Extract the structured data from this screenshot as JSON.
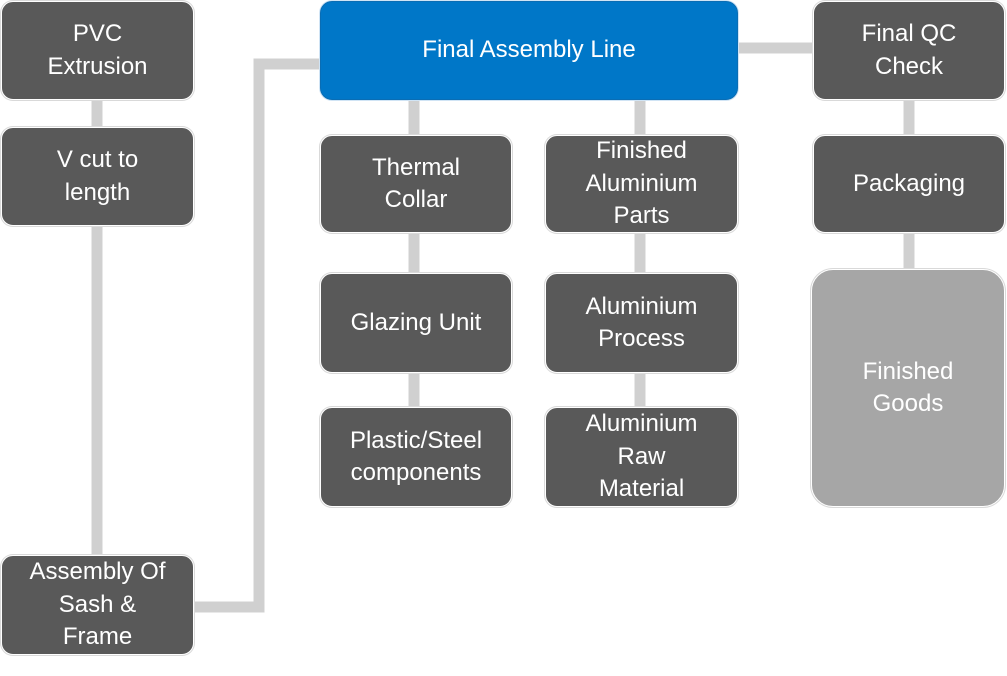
{
  "nodes": {
    "pvc_extrusion": "PVC\nExtrusion",
    "v_cut": "V cut to\nlength",
    "assembly_sash_frame": "Assembly Of\nSash &\nFrame",
    "final_assembly_line": "Final Assembly Line",
    "thermal_collar": "Thermal\nCollar",
    "glazing_unit": "Glazing Unit",
    "plastic_steel": "Plastic/Steel\ncomponents",
    "finished_aluminium_parts": "Finished\nAluminium\nParts",
    "aluminium_process": "Aluminium\nProcess",
    "aluminium_raw_material": "Aluminium\nRaw\nMaterial",
    "final_qc_check": "Final QC\nCheck",
    "packaging": "Packaging",
    "finished_goods": "Finished\nGoods"
  },
  "colors": {
    "node": "#595959",
    "primary": "#0077c8",
    "goods": "#a6a6a6",
    "connector": "#d0d0d0"
  }
}
